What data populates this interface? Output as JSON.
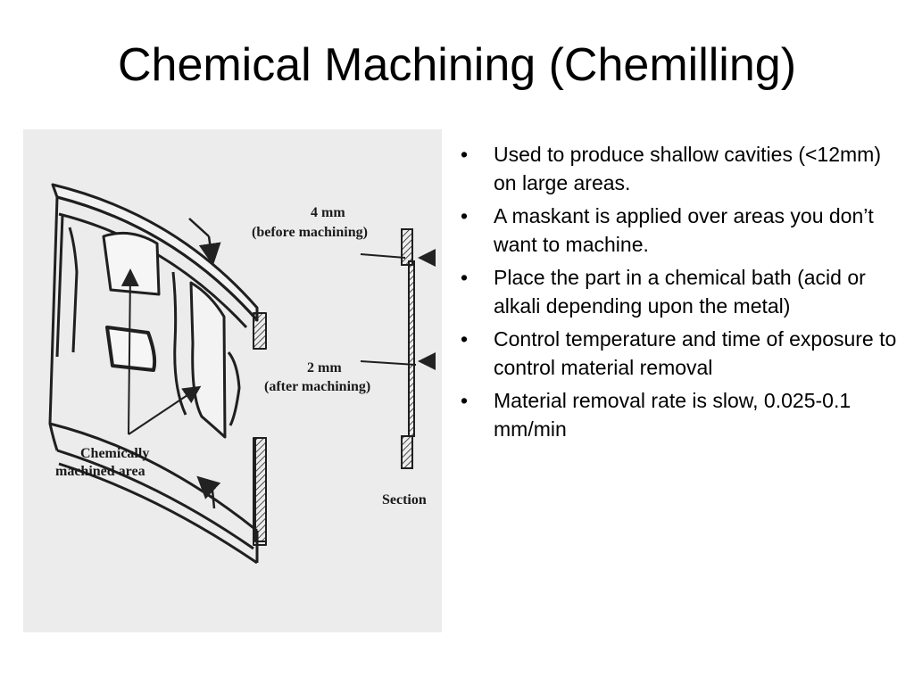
{
  "slide": {
    "title": "Chemical Machining (Chemilling)"
  },
  "figure": {
    "label_thickness_before_value": "4 mm",
    "label_thickness_before_note": "(before machining)",
    "label_thickness_after_value": "2 mm",
    "label_thickness_after_note": "(after machining)",
    "label_area_line1": "Chemically",
    "label_area_line2": "machined area",
    "label_section": "Section"
  },
  "bullets": {
    "marker": "•",
    "items": [
      "Used to produce shallow cavities (<12mm) on large areas.",
      "A maskant is applied over areas you don’t want to machine.",
      "Place the part in a chemical bath (acid or alkali depending upon the metal)",
      "Control temperature and time of exposure to control material removal",
      "Material removal rate is slow, 0.025-0.1 mm/min"
    ]
  }
}
